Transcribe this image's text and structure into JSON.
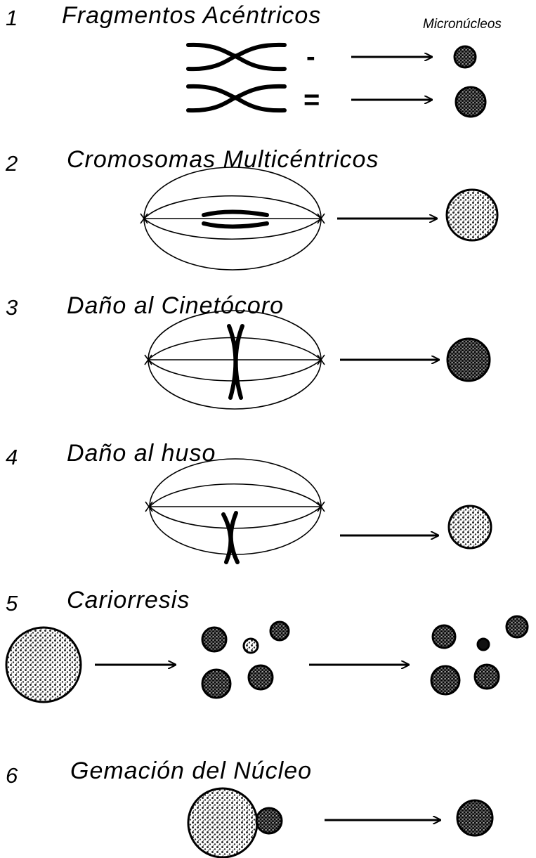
{
  "header_label": "Micronúcleos",
  "sections": [
    {
      "number": "1",
      "title": "Fragmentos Acéntricos"
    },
    {
      "number": "2",
      "title": "Cromosomas Multicéntricos"
    },
    {
      "number": "3",
      "title": "Daño al Cinetócoro"
    },
    {
      "number": "4",
      "title": "Daño al huso"
    },
    {
      "number": "5",
      "title": "Cariorresis"
    },
    {
      "number": "6",
      "title": "Gemación del Núcleo"
    }
  ],
  "fragment_marks": [
    "-",
    "="
  ],
  "colors": {
    "ink": "#000000",
    "background": "#ffffff",
    "stipple": "#2a2a2a"
  }
}
